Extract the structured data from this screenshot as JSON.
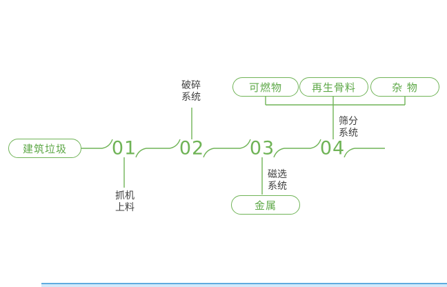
{
  "diagram": {
    "source_label": "建筑垃圾",
    "steps": [
      {
        "number": "01",
        "label_lines": [
          "抓机",
          "上料"
        ]
      },
      {
        "number": "02",
        "label_lines": [
          "破碎",
          "系统"
        ]
      },
      {
        "number": "03",
        "label_lines": [
          "磁选",
          "系统"
        ]
      },
      {
        "number": "04",
        "label_lines": [
          "筛分",
          "系统"
        ]
      }
    ],
    "metal_output_label": "金属",
    "top_outputs": [
      {
        "label": "可燃物"
      },
      {
        "label": "再生骨料"
      },
      {
        "label": "杂 物"
      }
    ],
    "colors": {
      "line_green": "#6fb356",
      "label_text": "#3f3f3f",
      "blue_strip": "#d2eafb",
      "blue_strip_edge": "#5fabdf"
    }
  }
}
